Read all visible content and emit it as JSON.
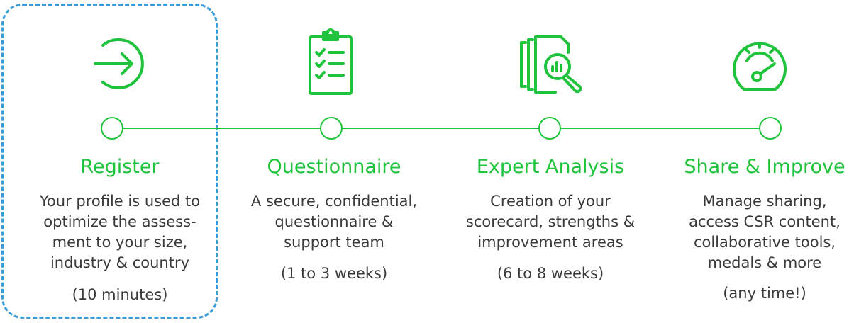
{
  "colors": {
    "accent": "#20c33c",
    "highlight": "#3a9bd9",
    "text": "#3a3a3a"
  },
  "steps": [
    {
      "icon": "sign-in-icon",
      "title": "Register",
      "description_lines": [
        "Your profile is used to",
        "optimize the assess-",
        "ment to your size,",
        "industry & country"
      ],
      "duration": "(10 minutes)",
      "highlighted": true
    },
    {
      "icon": "clipboard-checklist-icon",
      "title": "Questionnaire",
      "description_lines": [
        "A secure, confidential,",
        "questionnaire &",
        "support team"
      ],
      "duration": "(1 to 3 weeks)",
      "highlighted": false
    },
    {
      "icon": "document-magnifier-icon",
      "title": "Expert Analysis",
      "description_lines": [
        "Creation of your",
        "scorecard, strengths &",
        "improvement areas"
      ],
      "duration": "(6 to 8 weeks)",
      "highlighted": false
    },
    {
      "icon": "speedometer-gauge-icon",
      "title": "Share & Improve",
      "description_lines": [
        "Manage sharing,",
        "access CSR content,",
        "collaborative tools,",
        "medals & more"
      ],
      "duration": "(any time!)",
      "highlighted": false
    }
  ]
}
